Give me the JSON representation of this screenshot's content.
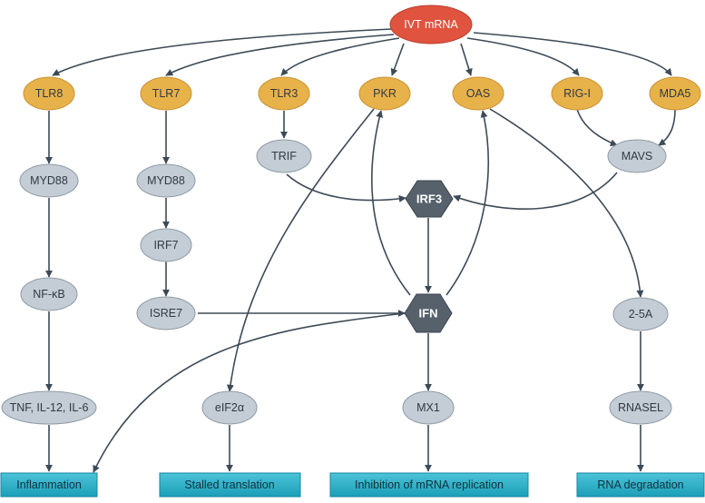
{
  "colors": {
    "source": "#e0533f",
    "receptor": "#e8b24a",
    "intermediate": "#c4cdd5",
    "hub": "#56616c",
    "outcome": "#22a9c2",
    "arrow": "#3c4a57"
  },
  "nodes": {
    "ivt": "IVT mRNA",
    "tlr8": "TLR8",
    "tlr7": "TLR7",
    "tlr3": "TLR3",
    "pkr": "PKR",
    "oas": "OAS",
    "rigi": "RIG-I",
    "mda5": "MDA5",
    "myd88a": "MYD88",
    "myd88b": "MYD88",
    "trif": "TRIF",
    "mavs": "MAVS",
    "irf3": "IRF3",
    "irf7": "IRF7",
    "nfkb": "NF-κB",
    "isre7": "ISRE7",
    "ifn": "IFN",
    "twofivea": "2-5A",
    "tnf": "TNF, IL-12, IL-6",
    "eif2a": "eIF2α",
    "mx1": "MX1",
    "rnasel": "RNASEL"
  },
  "outcomes": {
    "inflammation": "Inflammation",
    "stalled": "Stalled translation",
    "inhibition": "Inhibition of mRNA replication",
    "degradation": "RNA degradation"
  }
}
